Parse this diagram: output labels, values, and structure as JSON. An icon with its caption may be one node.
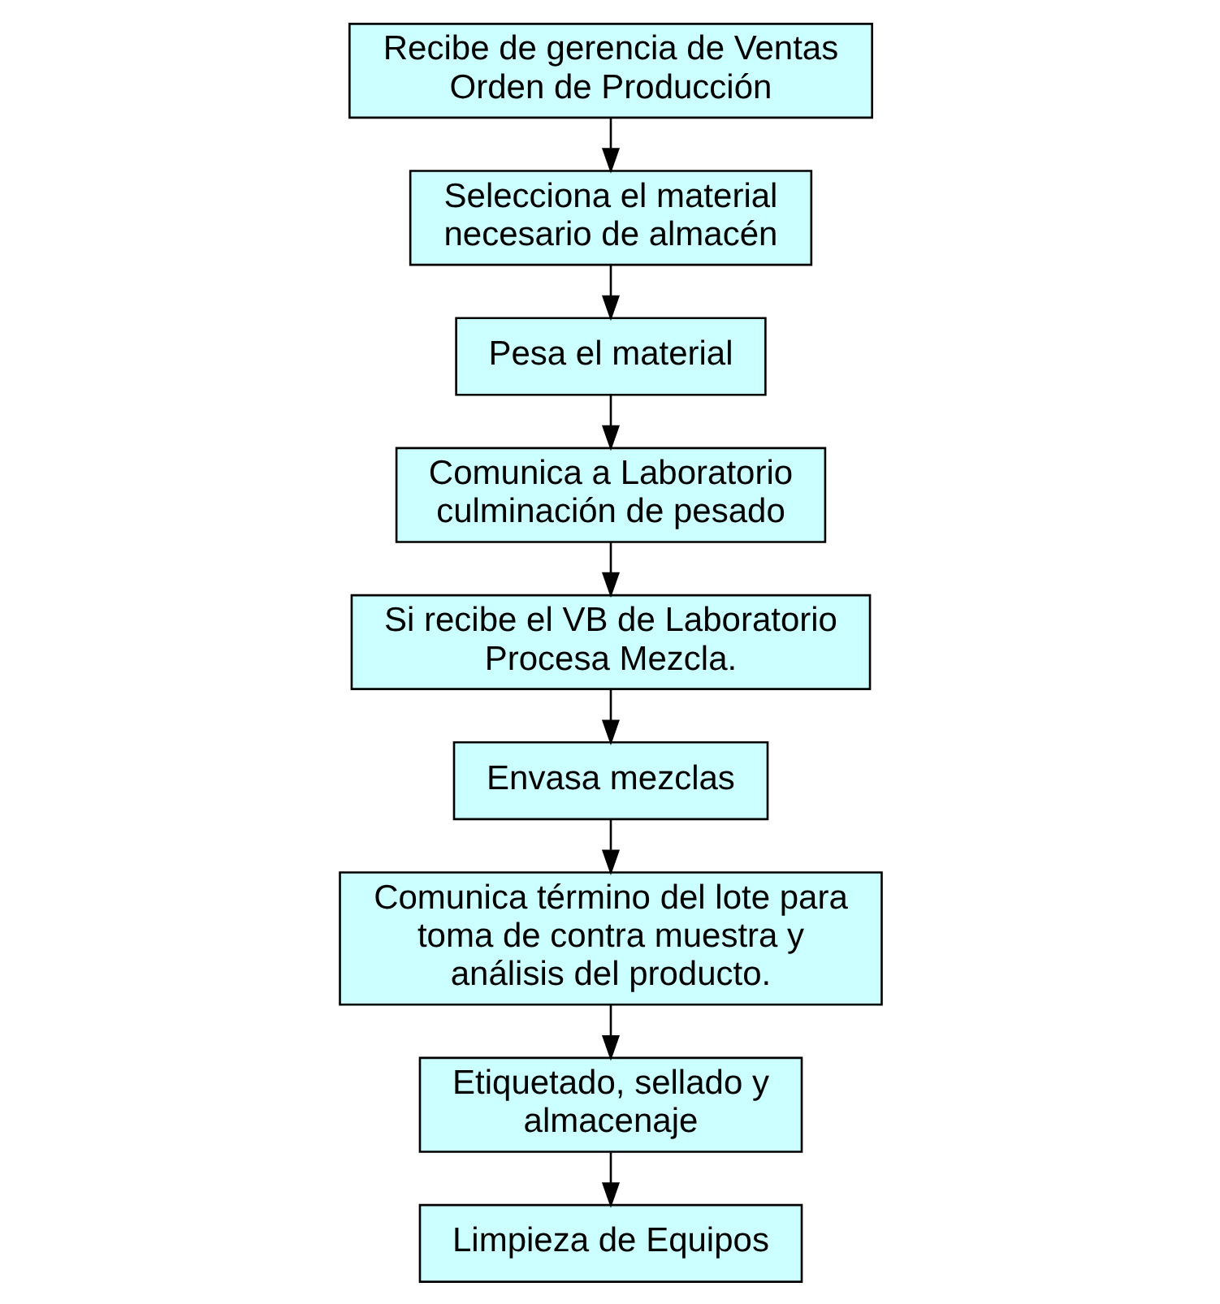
{
  "diagram": {
    "nodes": [
      {
        "text": [
          "Recibe de gerencia de Ventas Orden de Producción"
        ]
      },
      {
        "text": [
          "Selecciona el material necesario de almacén"
        ]
      },
      {
        "text": [
          "Pesa el material"
        ]
      },
      {
        "text": [
          "Comunica a Laboratorio culminación de pesado"
        ]
      },
      {
        "text": [
          "Si recibe el VB de Laboratorio Procesa Mezcla."
        ]
      },
      {
        "text": [
          "Envasa mezclas"
        ]
      },
      {
        "text": [
          "Comunica término del lote para toma de contra muestra y análisis del producto."
        ]
      },
      {
        "text": [
          "Etiquetado, sellado y almacenaje"
        ]
      },
      {
        "text": [
          "Limpieza de Equipos"
        ]
      }
    ],
    "edges": [
      {
        "from": 0,
        "to": 1,
        "arrow": "to"
      },
      {
        "from": 1,
        "to": 2,
        "arrow": "to"
      },
      {
        "from": 2,
        "to": 3,
        "arrow": "to"
      },
      {
        "from": 3,
        "to": 4,
        "arrow": "to"
      },
      {
        "from": 4,
        "to": 5,
        "arrow": "to"
      },
      {
        "from": 5,
        "to": 6,
        "arrow": "to"
      },
      {
        "from": 6,
        "to": 7,
        "arrow": "to"
      },
      {
        "from": 7,
        "to": 8,
        "arrow": "to"
      }
    ]
  }
}
